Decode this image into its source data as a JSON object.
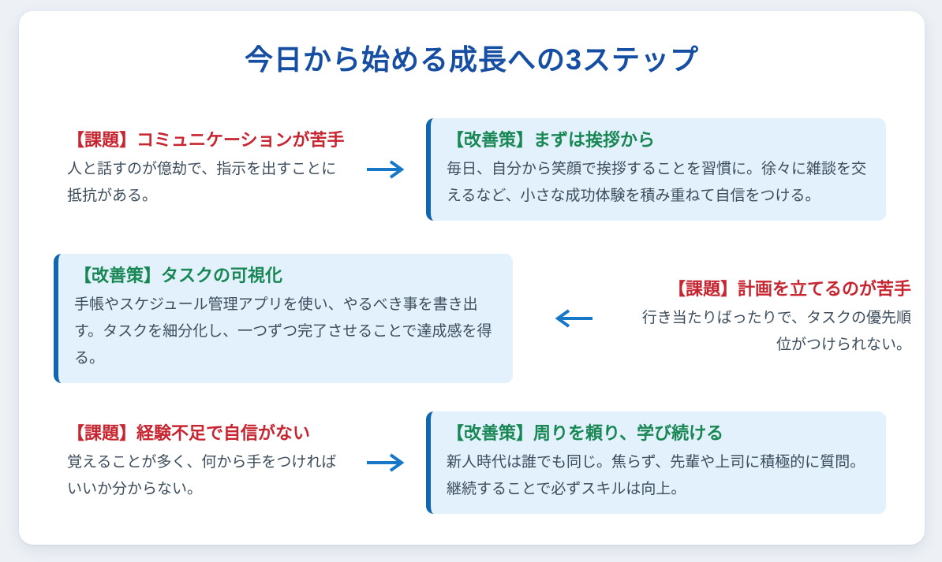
{
  "title": "今日から始める成長への3ステップ",
  "steps": [
    {
      "problem": {
        "heading": "【課題】コミュニケーションが苦手",
        "body": "人と話すのが億劫で、指示を出すことに抵抗がある。"
      },
      "arrow_direction": "right",
      "solution": {
        "heading": "【改善策】まずは挨拶から",
        "body": "毎日、自分から笑顔で挨拶することを習慣に。徐々に雑談を交えるなど、小さな成功体験を積み重ねて自信をつける。"
      }
    },
    {
      "problem": {
        "heading": "【課題】計画を立てるのが苦手",
        "body": "行き当たりばったりで、タスクの優先順位がつけられない。"
      },
      "arrow_direction": "left",
      "solution": {
        "heading": "【改善策】タスクの可視化",
        "body": "手帳やスケジュール管理アプリを使い、やるべき事を書き出す。タスクを細分化し、一つずつ完了させることで達成感を得る。"
      }
    },
    {
      "problem": {
        "heading": "【課題】経験不足で自信がない",
        "body": "覚えることが多く、何から手をつければいいか分からない。"
      },
      "arrow_direction": "right",
      "solution": {
        "heading": "【改善策】周りを頼り、学び続ける",
        "body": "新人時代は誰でも同じ。焦らず、先輩や上司に積極的に質問。継続することで必ずスキルは向上。"
      }
    }
  ],
  "colors": {
    "title_color": "#154ea3",
    "problem_color": "#c72530",
    "solution_color": "#198754",
    "body_color": "#3d4d5c",
    "box_bg": "#e2f1fc",
    "box_border": "#1166b0",
    "arrow_color": "#1878c8",
    "page_bg": "#edf1f6",
    "card_bg": "#ffffff"
  }
}
